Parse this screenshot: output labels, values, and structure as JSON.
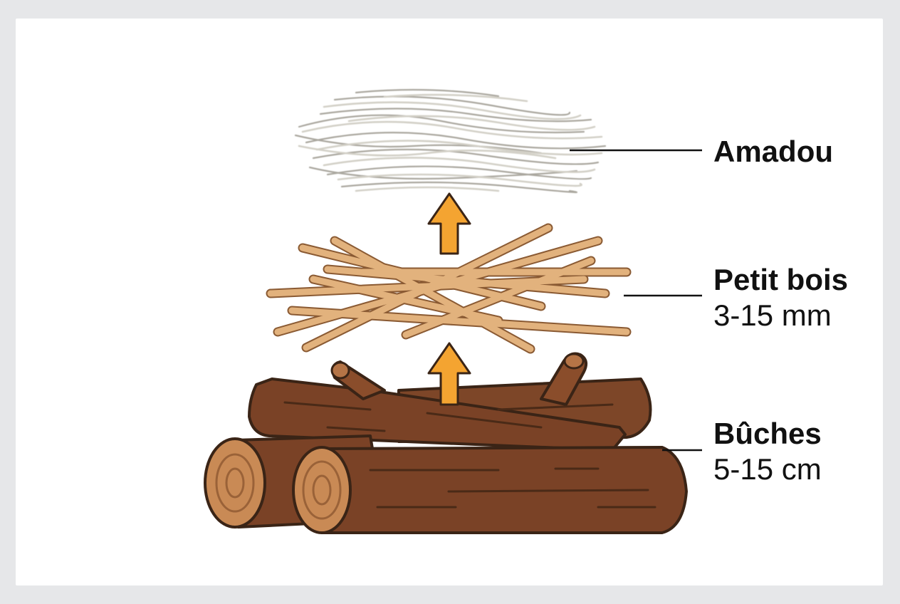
{
  "labels": {
    "tinder": {
      "title": "Amadou"
    },
    "kindling": {
      "title": "Petit bois",
      "size": "3-15 mm"
    },
    "logs": {
      "title": "Bûches",
      "size": "5-15 cm"
    }
  },
  "colors": {
    "tinder": "#c9c6bd",
    "kindling": "#e2b27d",
    "log_bark": "#7a4226",
    "log_end": "#c98a55",
    "arrow": "#f4a431",
    "outline": "#3a2416"
  },
  "icons": [
    "tinder-bundle-icon",
    "kindling-sticks-icon",
    "log-pile-icon",
    "up-arrow-icon"
  ]
}
